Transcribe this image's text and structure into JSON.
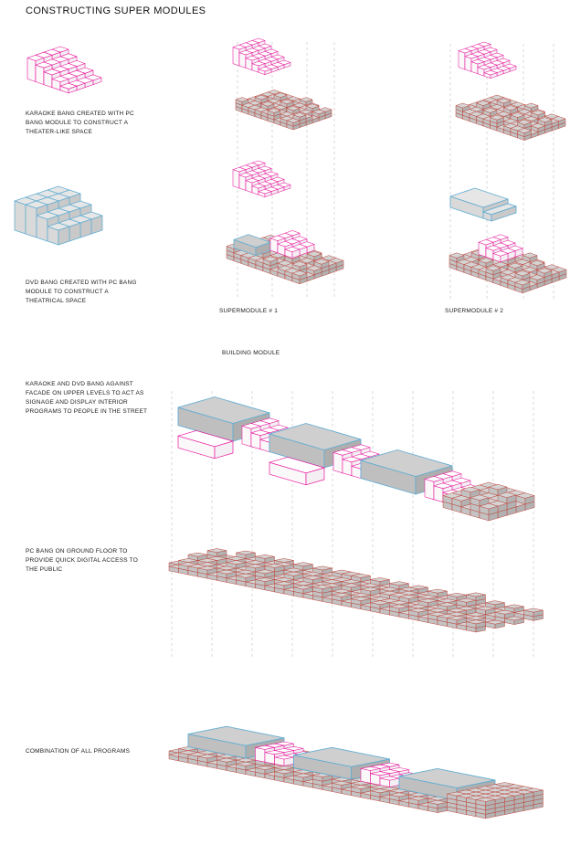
{
  "page": {
    "title": "CONSTRUCTING SUPER MODULES"
  },
  "annotations": {
    "karaoke": "KARAOKE BANG CREATED WITH PC BANG MODULE TO CONSTRUCT A THEATER-LIKE SPACE",
    "dvd": "DVD BANG CREATED WITH PC BANG MODULE TO CONSTRUCT A THEATRICAL SPACE",
    "facade": "KARAOKE AND DVD BANG AGAINST FACADE ON UPPER LEVELS TO ACT AS SIGNAGE AND DISPLAY INTERIOR PROGRAMS TO PEOPLE IN THE STREET",
    "pcbang": "PC BANG ON GROUND FLOOR TO PROVIDE QUICK DIGITAL ACCESS TO THE PUBLIC",
    "combination": "COMBINATION OF ALL PROGRAMS"
  },
  "captions": {
    "supermodule1": "SUPERMODULE # 1",
    "supermodule2": "SUPERMODULE # 2",
    "building_module": "BUILDING MODULE"
  },
  "colors": {
    "magenta": "#e8189d",
    "blue": "#64aed2",
    "red": "#bf4a42",
    "guide": "#c9c9c9",
    "grey_top": "#cfcfcf",
    "grey_side": "#bfbfbf",
    "grey_dark": "#aeaeae",
    "grey2_top": "#e6e6e6",
    "grey2_side": "#d9d9d9",
    "grey2_dark": "#c9c9c9",
    "voxel_top": "#d4d4d4",
    "voxel_side": "#c3c3c3",
    "voxel_dark": "#b2b2b2",
    "white": "#ffffff"
  }
}
